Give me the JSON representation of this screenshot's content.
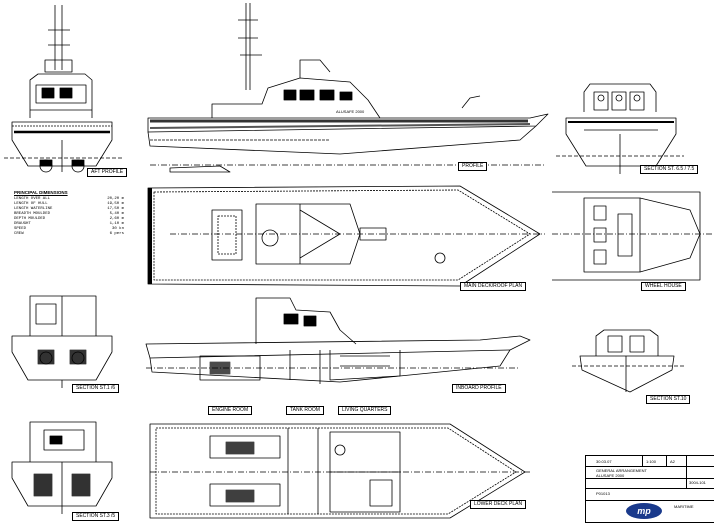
{
  "labels": {
    "aft_profile": "AFT PROFILE",
    "profile": "PROFILE",
    "section_65_75": "SECTION ST. 6.5 / 7.5",
    "main_deck_roof_plan": "MAIN DECK/ROOF PLAN",
    "wheel_house": "WHEEL HOUSE",
    "section_st_6": "SECTION ST.1 /6",
    "inboard_profile": "INBOARD PROFILE",
    "section_st_10": "SECTION ST.10",
    "engine_room": "ENGINE ROOM",
    "tank_room": "TANK ROOM",
    "living_quarters": "LIVING QUARTERS",
    "lower_deck_plan": "LOWER DECK PLAN",
    "section_st_3_5": "SECTION ST.3 /5",
    "hull_name": "ALUSAFE 2000"
  },
  "dimensions": {
    "heading": "PRINCIPAL DIMENSIONS",
    "rows": [
      {
        "name": "LENGTH OVER ALL",
        "value": "20,20 m"
      },
      {
        "name": "LENGTH OF HULL",
        "value": "19,50 m"
      },
      {
        "name": "LENGTH WATERLINE",
        "value": "17,50 m"
      },
      {
        "name": "BREADTH MOULDED",
        "value": "5,40 m"
      },
      {
        "name": "DEPTH MOULDED",
        "value": "2,60 m"
      },
      {
        "name": "DRAUGHT",
        "value": "1,10 m"
      },
      {
        "name": "SPEED",
        "value": "30 kn"
      },
      {
        "name": "CREW",
        "value": "6 pers"
      }
    ]
  },
  "title_block": {
    "date": "30.03.07",
    "scale": "1:100",
    "size": "A2",
    "title_line1": "GENERAL ARRANGEMENT",
    "title_line2": "ALUSAFE 2000",
    "drawing_no": "3004-101",
    "project_no": "P01013",
    "company": "MARITIME",
    "logo": "mp"
  }
}
